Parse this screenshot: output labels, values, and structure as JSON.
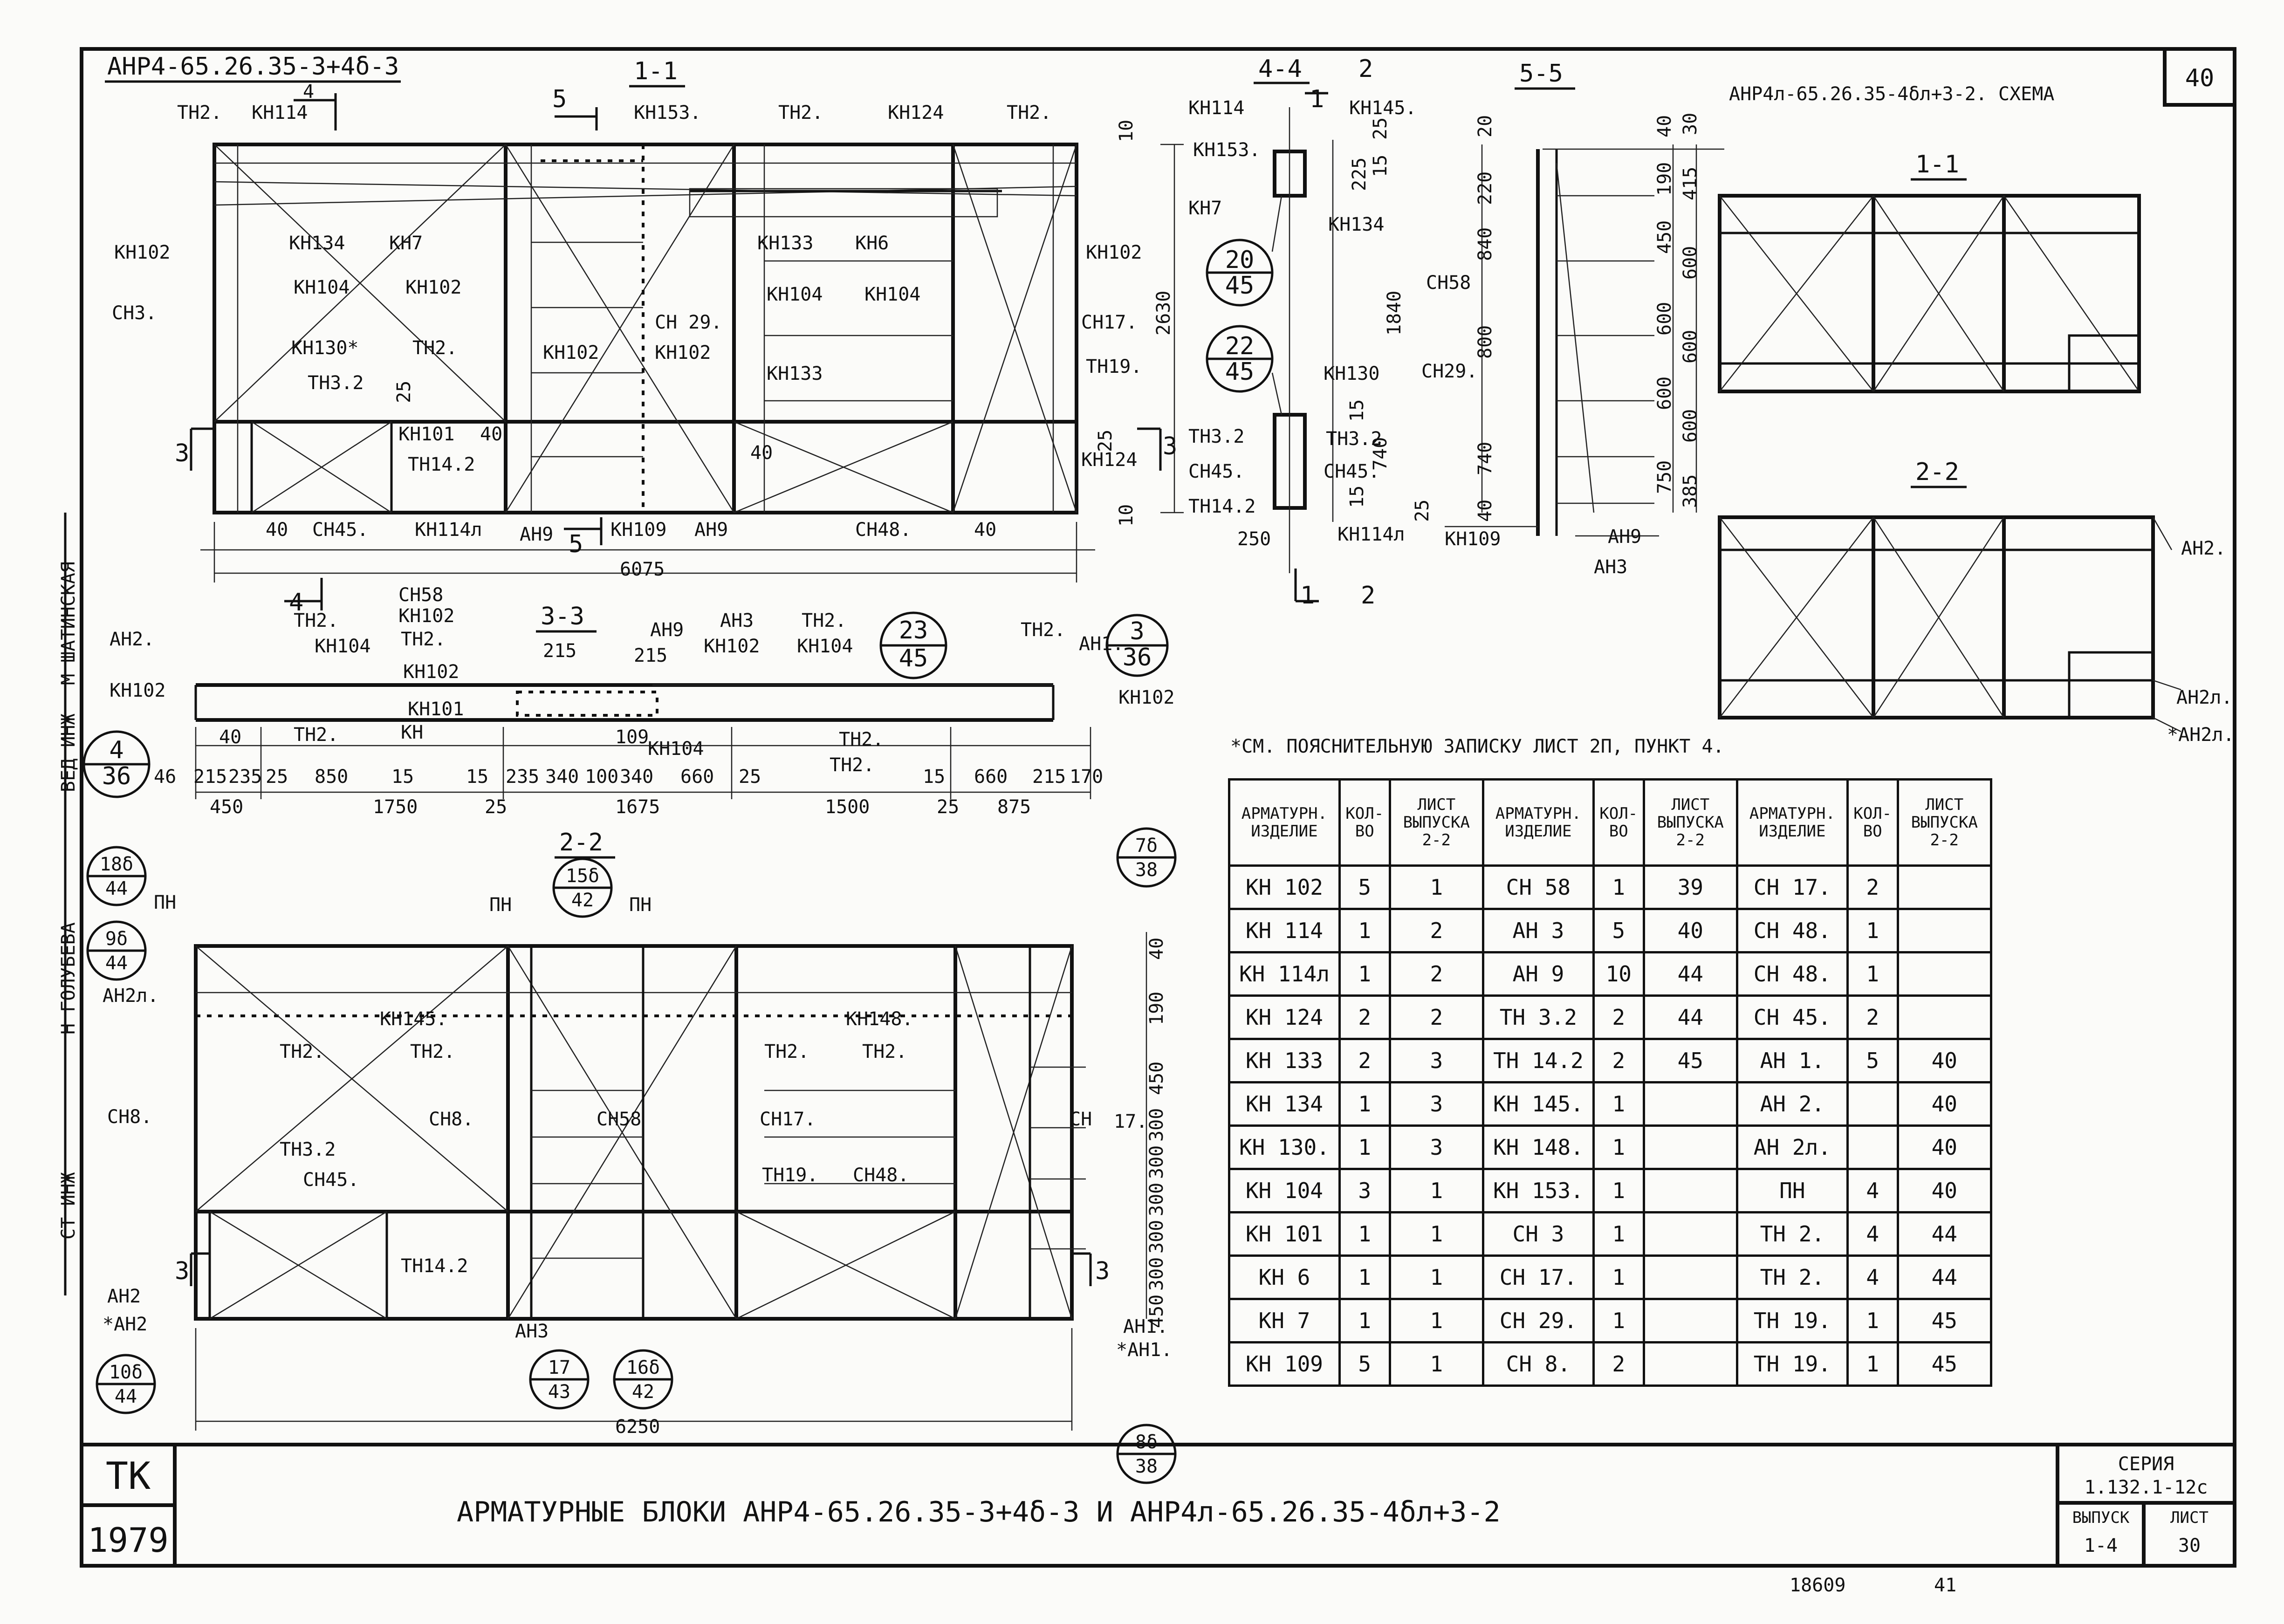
{
  "sheet_number": "40",
  "block_a_title": "АНР4-65.26.35-3+4δ-3",
  "schema_title": "АНР4л-65.26.35-4δл+3-2. СХЕМА",
  "section_titles": {
    "s11": "1-1",
    "s44": "4-4",
    "s55": "5-5",
    "s33": "3-3",
    "s22": "2-2",
    "sch11": "1-1",
    "sch22": "2-2"
  },
  "note": "*СМ. ПОЯСНИТЕЛЬНУЮ ЗАПИСКУ ЛИСТ 2П, ПУНКТ 4.",
  "labels_11": [
    "ТН2.",
    "КН114",
    "КН153.",
    "ТН2.",
    "КН124",
    "ТН2.",
    "КН102",
    "КН134",
    "КН7",
    "КН133",
    "КН6",
    "КН102",
    "СН3.",
    "КН104",
    "КН102",
    "СН 29.",
    "КН104",
    "КН104",
    "СН17.",
    "КН130*",
    "ТН2.",
    "КН102",
    "КН102",
    "КН133",
    "ТН19.",
    "ТН3.2",
    "КН101",
    "ТН14.2",
    "КН124",
    "СН45.",
    "КН114л",
    "АН9",
    "КН109",
    "АН9",
    "СН48."
  ],
  "dims_11": [
    "6075",
    "2630",
    "40",
    "40",
    "10",
    "10",
    "25",
    "25",
    "40",
    "40",
    "3",
    "3",
    "4",
    "4",
    "5",
    "5"
  ],
  "labels_44": [
    "КН114",
    "КН145.",
    "КН153.",
    "КН7",
    "КН134",
    "КН130",
    "ТН3.2",
    "ТН3.2",
    "СН45.",
    "СН45.",
    "ТН14.2",
    "КН114л"
  ],
  "dims_44": [
    "2",
    "2",
    "1",
    "1",
    "225",
    "25",
    "15",
    "1840",
    "15",
    "740",
    "15",
    "25",
    "250"
  ],
  "labels_55": [
    "СН58",
    "СН29.",
    "КН109",
    "АН9",
    "АН3"
  ],
  "dims_55_left": [
    "20",
    "220",
    "840",
    "800",
    "740",
    "40"
  ],
  "dims_55_right": [
    "40",
    "30",
    "190",
    "415",
    "450",
    "600",
    "600",
    "600",
    "600",
    "600",
    "750",
    "385"
  ],
  "labels_33": [
    "АН2.",
    "ТН2.",
    "СН58",
    "АН9",
    "АН3",
    "ТН2.",
    "ТН2.",
    "АН1.",
    "КН104",
    "КН102",
    "КН102",
    "КН104",
    "КН102",
    "ТН2.",
    "КН102",
    "КН102",
    "КН101",
    "ТН2.",
    "КН",
    "109",
    "КН104",
    "ТН2.",
    "ТН2."
  ],
  "dims_33_top": [
    "215",
    "215"
  ],
  "dims_33_row1": [
    "46",
    "215",
    "235",
    "25",
    "850",
    "15",
    "15",
    "235",
    "340",
    "100",
    "340",
    "660",
    "25",
    "15",
    "660",
    "215",
    "170"
  ],
  "dims_33_row1_extra": [
    "40"
  ],
  "dims_33_row2": [
    "450",
    "1750",
    "25",
    "1675",
    "1500",
    "25",
    "875"
  ],
  "labels_22": [
    "ПН",
    "ПН",
    "ПН",
    "АН2л.",
    "КН145.",
    "КН148.",
    "СН8.",
    "ТН2.",
    "ТН2.",
    "ТН2.",
    "ТН2.",
    "СН8.",
    "СН58",
    "СН17.",
    "СН",
    "17.",
    "ТН3.2",
    "СН45.",
    "ТН19.",
    "СН48.",
    "ТН14.2",
    "АН2",
    "*АН2",
    "АН3",
    "АН1.",
    "*АН1."
  ],
  "dims_22": [
    "6250",
    "40",
    "190",
    "450",
    "300",
    "300",
    "300",
    "300",
    "300",
    "450",
    "3",
    "3"
  ],
  "circles": [
    {
      "n": "20",
      "d": "45"
    },
    {
      "n": "22",
      "d": "45"
    },
    {
      "n": "23",
      "d": "45"
    },
    {
      "n": "3",
      "d": "36"
    },
    {
      "n": "4",
      "d": "36"
    },
    {
      "n": "18δ",
      "d": "44"
    },
    {
      "n": "9δ",
      "d": "44"
    },
    {
      "n": "15δ",
      "d": "42"
    },
    {
      "n": "7δ",
      "d": "38"
    },
    {
      "n": "10δ",
      "d": "44"
    },
    {
      "n": "17",
      "d": "43"
    },
    {
      "n": "16δ",
      "d": "42"
    },
    {
      "n": "8δ",
      "d": "38"
    }
  ],
  "schema_labels": [
    "АН2.",
    "АН2л.",
    "*АН2л."
  ],
  "table": {
    "headers": [
      "АРМАТУРН. ИЗДЕЛИЕ",
      "КОЛ-ВО",
      "ЛИСТ ВЫПУСКА 2-2",
      "АРМАТУРН. ИЗДЕЛИЕ",
      "КОЛ-ВО",
      "ЛИСТ ВЫПУСКА 2-2",
      "АРМАТУРН. ИЗДЕЛИЕ",
      "КОЛ-ВО",
      "ЛИСТ ВЫПУСКА 2-2"
    ],
    "rows": [
      [
        "КН 102",
        "5",
        "1",
        "СН 58",
        "1",
        "39",
        "СН 17.",
        "2",
        ""
      ],
      [
        "КН 114",
        "1",
        "2",
        "АН 3",
        "5",
        "40",
        "СН 48.",
        "1",
        ""
      ],
      [
        "КН 114л",
        "1",
        "2",
        "АН 9",
        "10",
        "44",
        "СН 48.",
        "1",
        ""
      ],
      [
        "КН 124",
        "2",
        "2",
        "ТН 3.2",
        "2",
        "44",
        "СН 45.",
        "2",
        ""
      ],
      [
        "КН 133",
        "2",
        "3",
        "ТН 14.2",
        "2",
        "45",
        "АН 1.",
        "5",
        "40"
      ],
      [
        "КН 134",
        "1",
        "3",
        "КН 145.",
        "1",
        "",
        "АН 2.",
        "",
        "40"
      ],
      [
        "КН 130.",
        "1",
        "3",
        "КН 148.",
        "1",
        "",
        "АН 2л.",
        "",
        "40"
      ],
      [
        "КН 104",
        "3",
        "1",
        "КН 153.",
        "1",
        "",
        "ПН",
        "4",
        "40"
      ],
      [
        "КН 101",
        "1",
        "1",
        "СН 3",
        "1",
        "",
        "ТН 2.",
        "4",
        "44"
      ],
      [
        "КН 6",
        "1",
        "1",
        "СН 17.",
        "1",
        "",
        "ТН 2.",
        "4",
        "44"
      ],
      [
        "КН 7",
        "1",
        "1",
        "СН 29.",
        "1",
        "",
        "ТН 19.",
        "1",
        "45"
      ],
      [
        "КН 109",
        "5",
        "1",
        "СН 8.",
        "2",
        "",
        "ТН 19.",
        "1",
        "45"
      ]
    ]
  },
  "title_block": {
    "org": "ТК",
    "year": "1979",
    "title": "АРМАТУРНЫЕ БЛОКИ АНР4-65.26.35-3+4δ-3 И АНР4л-65.26.35-4δл+3-2",
    "series_label": "СЕРИЯ",
    "series_value": "1.132.1-12с",
    "issue_label": "ВЫПУСК",
    "issue_value": "1-4",
    "sheet_label": "ЛИСТ",
    "sheet_value": "30"
  },
  "side_stamp": [
    "СТ ИНЖ",
    "Н ГОЛУБЕВА",
    "ВЕД ИНЖ",
    "М ШАТИНСКАЯ"
  ],
  "footer": [
    "18609",
    "41"
  ]
}
